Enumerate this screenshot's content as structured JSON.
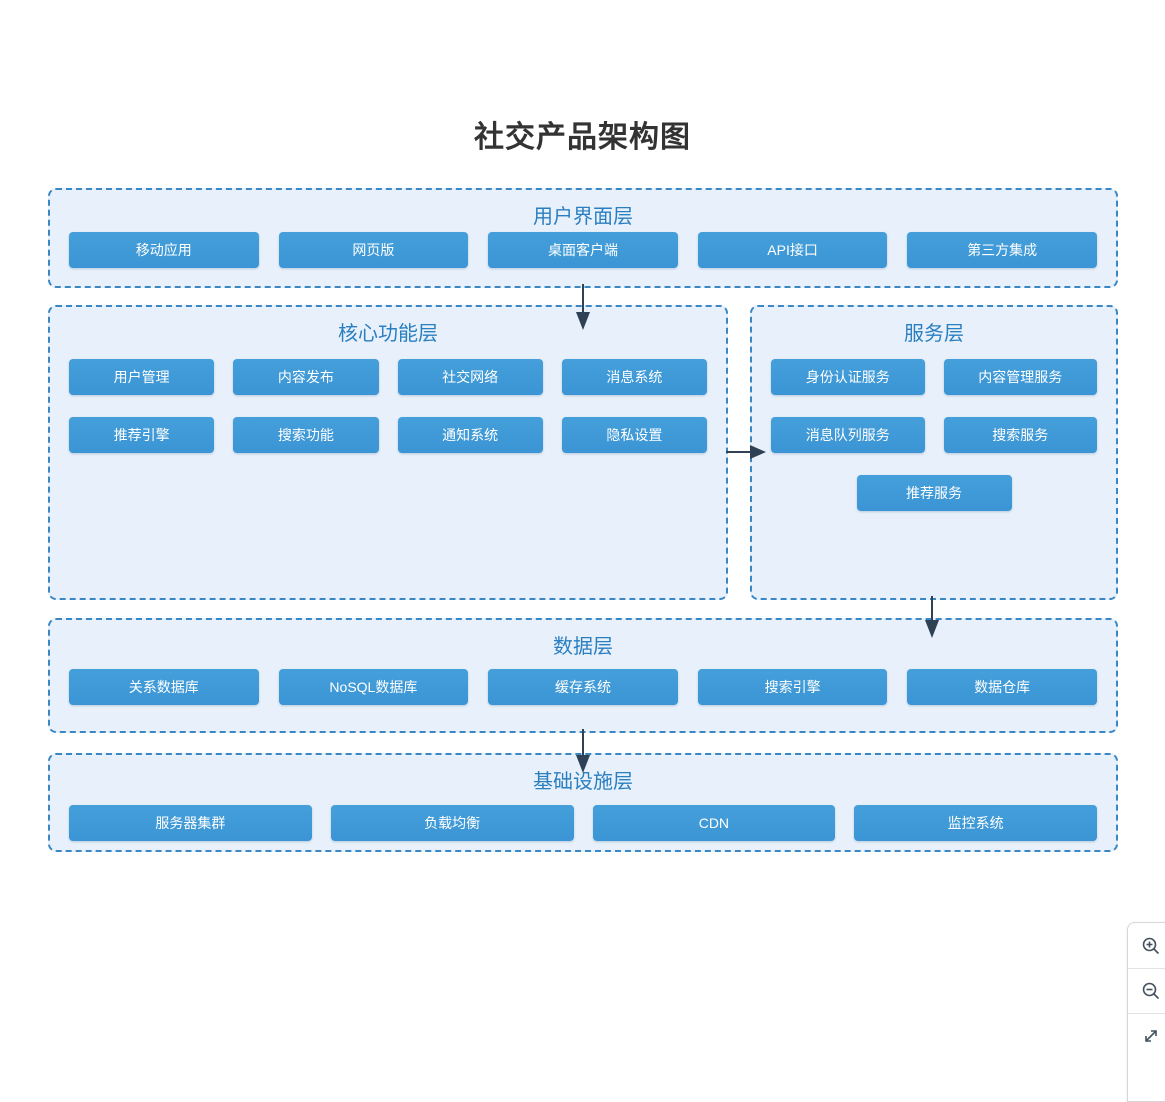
{
  "page": {
    "title": "社交产品架构图"
  },
  "colors": {
    "layer_background": "#e8f1fb",
    "layer_border": "#3a87c6",
    "layer_title_text": "#2a7fc1",
    "node_fill": "#3d9ad6",
    "node_text": "#ffffff",
    "arrow": "#2f4154",
    "page_title_text": "#333333"
  },
  "layers": [
    {
      "title": "用户界面层",
      "boxes": [
        "移动应用",
        "网页版",
        "桌面客户端",
        "API接口",
        "第三方集成"
      ]
    },
    {
      "title": "核心功能层",
      "boxes": [
        "用户管理",
        "内容发布",
        "社交网络",
        "消息系统",
        "推荐引擎",
        "搜索功能",
        "通知系统",
        "隐私设置"
      ]
    },
    {
      "title": "服务层",
      "boxes": [
        "身份认证服务",
        "内容管理服务",
        "消息队列服务",
        "搜索服务",
        "推荐服务"
      ]
    },
    {
      "title": "数据层",
      "boxes": [
        "关系数据库",
        "NoSQL数据库",
        "缓存系统",
        "搜索引擎",
        "数据仓库"
      ]
    },
    {
      "title": "基础设施层",
      "boxes": [
        "服务器集群",
        "负载均衡",
        "CDN",
        "监控系统"
      ]
    }
  ],
  "arrows": [
    {
      "from": "用户界面层",
      "to": "核心功能层",
      "direction": "down"
    },
    {
      "from": "核心功能层",
      "to": "服务层",
      "direction": "right"
    },
    {
      "from": "服务层",
      "to": "数据层",
      "direction": "down"
    },
    {
      "from": "数据层",
      "to": "基础设施层",
      "direction": "down"
    }
  ],
  "controls": {
    "zoom_in_icon": "magnifier-plus",
    "zoom_out_icon": "magnifier-minus",
    "fullscreen_icon": "expand-arrows"
  }
}
